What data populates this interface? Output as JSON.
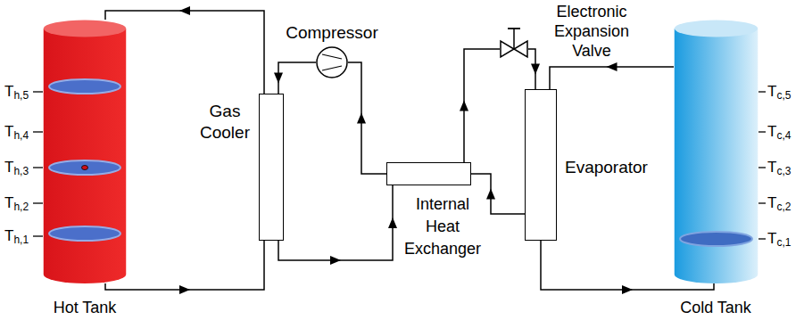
{
  "diagram": {
    "nodes": [
      {
        "text": [
          "Hot Tank"
        ]
      },
      {
        "text": [
          "Gas Cooler"
        ]
      },
      {
        "text": [
          "Compressor"
        ]
      },
      {
        "text": [
          "Internal Heat Exchanger"
        ]
      },
      {
        "text": [
          "Electronic Expansion Valve"
        ]
      },
      {
        "text": [
          "Evaporator"
        ]
      },
      {
        "text": [
          "Cold Tank"
        ]
      }
    ],
    "edges": [
      {
        "from": 0,
        "to": 1,
        "arrow": "to"
      },
      {
        "from": 1,
        "to": 0,
        "arrow": "to"
      },
      {
        "from": 2,
        "to": 1,
        "arrow": "to"
      },
      {
        "from": 3,
        "to": 2,
        "arrow": "to"
      },
      {
        "from": 1,
        "to": 3,
        "arrow": "to"
      },
      {
        "from": 3,
        "to": 4,
        "arrow": "to"
      },
      {
        "from": 4,
        "to": 5,
        "arrow": "to"
      },
      {
        "from": 5,
        "to": 3,
        "arrow": "to"
      },
      {
        "from": 6,
        "to": 5,
        "arrow": "to"
      },
      {
        "from": 5,
        "to": 6,
        "arrow": "to"
      }
    ],
    "labels": [
      "Th,5",
      "Th,4",
      "Th,3",
      "Th,2",
      "Th,1",
      "Tc,5",
      "Tc,4",
      "Tc,3",
      "Tc,2",
      "Tc,1"
    ]
  }
}
